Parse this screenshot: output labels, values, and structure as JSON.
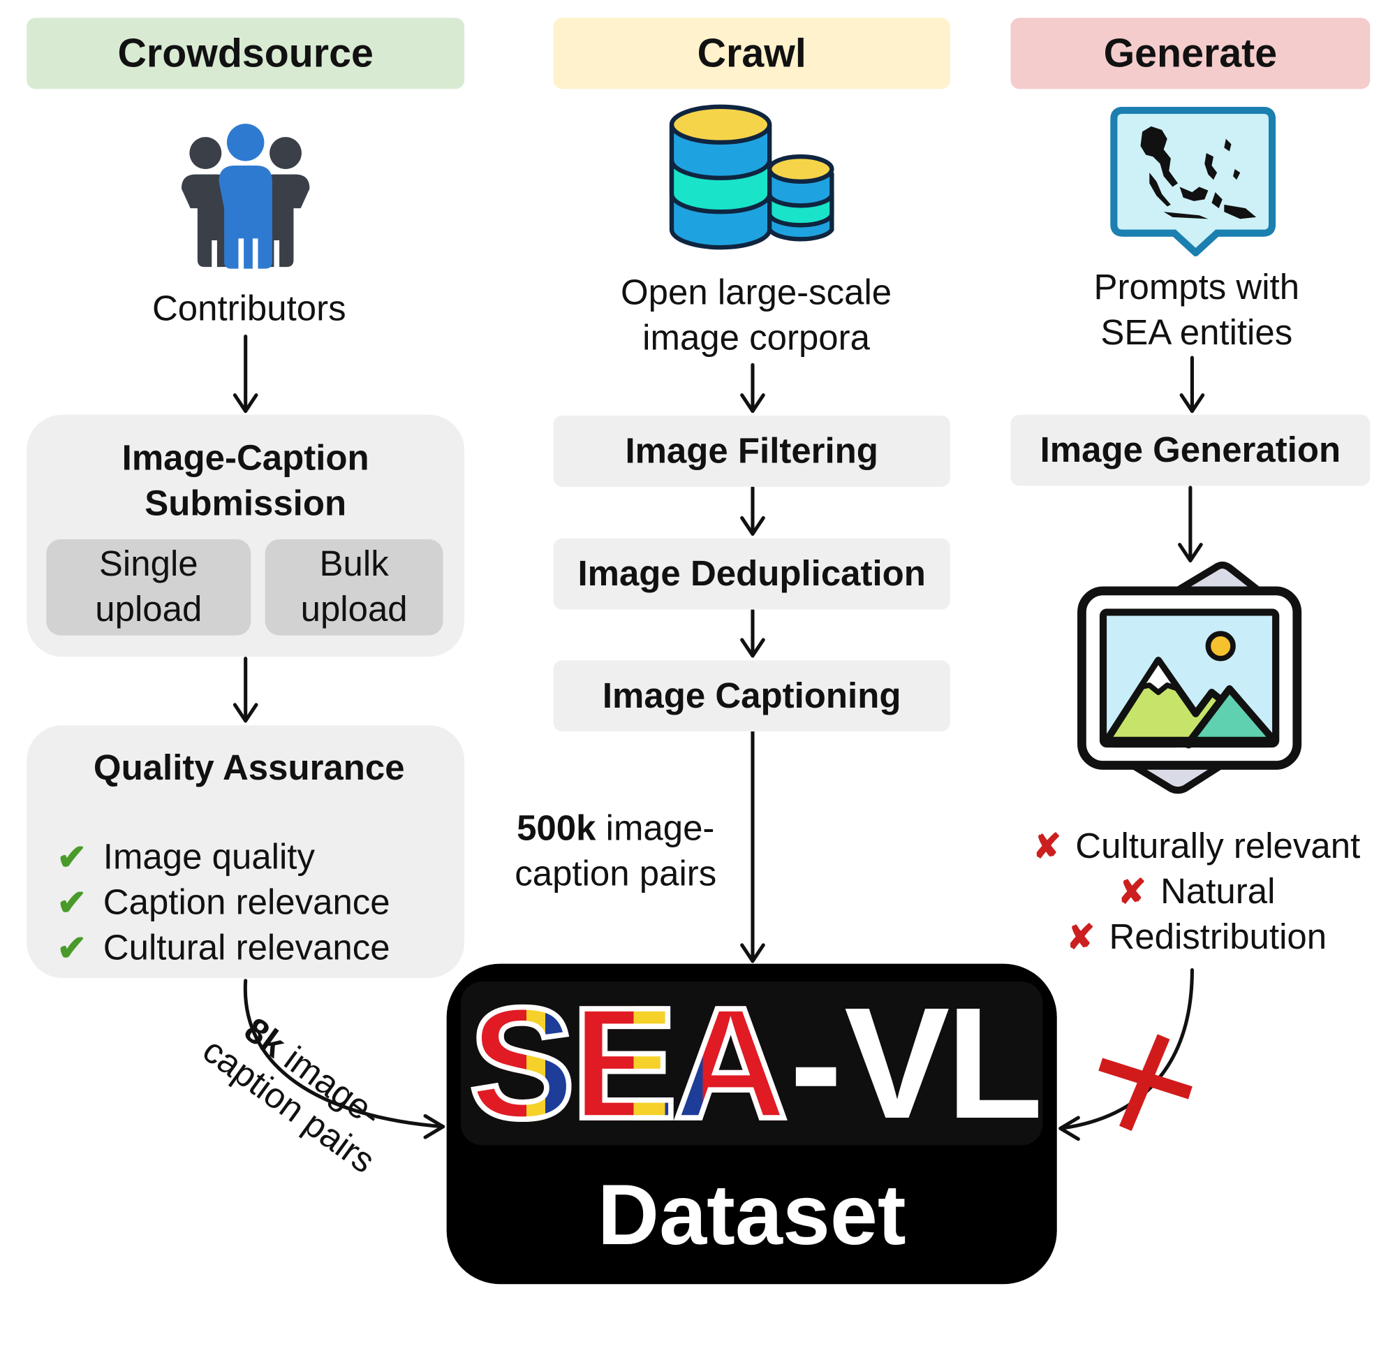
{
  "headers": {
    "crowdsource": "Crowdsource",
    "crawl": "Crawl",
    "generate": "Generate"
  },
  "colors": {
    "crowdsource_bg": "#d9ead3",
    "crawl_bg": "#fff2cc",
    "generate_bg": "#f4cccc",
    "box_bg": "#efefef",
    "check": "#4a9a2a",
    "cross": "#cc1f1f",
    "people_blue": "#2f7ad1",
    "people_dark": "#3a3f48"
  },
  "crowdsource": {
    "contributors_label": "Contributors",
    "submission": {
      "title_line1": "Image-Caption",
      "title_line2": "Submission",
      "single_line1": "Single",
      "single_line2": "upload",
      "bulk_line1": "Bulk",
      "bulk_line2": "upload"
    },
    "qa": {
      "title": "Quality Assurance",
      "checks": [
        "Image quality",
        "Caption relevance",
        "Cultural relevance"
      ]
    },
    "pairs": {
      "bold": "8k",
      "line1": " image-",
      "line2": "caption pairs"
    }
  },
  "crawl": {
    "source_line1": "Open large-scale",
    "source_line2": "image corpora",
    "steps": [
      "Image Filtering",
      "Image Deduplication",
      "Image Captioning"
    ],
    "pairs": {
      "bold": "500k",
      "line1": " image-",
      "line2": "caption pairs"
    }
  },
  "generate": {
    "prompt_line1": "Prompts with",
    "prompt_line2": "SEA entities",
    "step": "Image Generation",
    "criteria": [
      "Culturally relevant",
      "Natural",
      "Redistribution"
    ]
  },
  "dataset": {
    "logo_left": "SEA",
    "logo_dash": "-",
    "logo_right": "VL",
    "label": "Dataset"
  },
  "icons": {
    "contributors": "people-group-icon",
    "corpora": "database-stack-icon",
    "prompts": "sea-map-chat-bubble-icon",
    "generated_image": "landscape-picture-icon",
    "check": "check-mark-icon",
    "cross": "cross-mark-icon",
    "rejected": "big-red-cross-icon"
  }
}
